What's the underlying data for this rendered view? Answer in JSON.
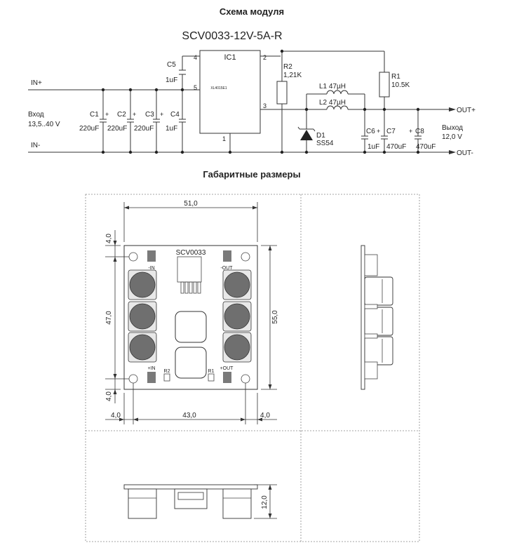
{
  "schematic": {
    "heading": "Схема модуля",
    "model": "SCV0033-12V-5A-R",
    "ic_label": "IC1",
    "ic_part": "XL4015E1",
    "pins": [
      "4",
      "5",
      "2",
      "3",
      "1"
    ],
    "input_plus": "IN+",
    "input_minus": "IN-",
    "input_caption": "Вход",
    "input_range": "13,5..40 V",
    "output_plus": "OUT+",
    "output_minus": "OUT-",
    "output_caption": "Выход",
    "output_voltage": "12,0 V",
    "c1": {
      "name": "C1",
      "value": "220uF"
    },
    "c2": {
      "name": "C2",
      "value": "220uF"
    },
    "c3": {
      "name": "C3",
      "value": "220uF"
    },
    "c4": {
      "name": "C4",
      "value": "1uF"
    },
    "c5": {
      "name": "C5",
      "value": "1uF"
    },
    "c6": {
      "name": "C6",
      "value": "1uF"
    },
    "c7": {
      "name": "C7",
      "value": "470uF"
    },
    "c8": {
      "name": "C8",
      "value": "470uF"
    },
    "r1": {
      "name": "R1",
      "value": "10.5K"
    },
    "r2": {
      "name": "R2",
      "value": "1,21K"
    },
    "l1": "L1 47µH",
    "l2": "L2 47µH",
    "d1": {
      "name": "D1",
      "value": "SS54"
    },
    "plus_sign": "+"
  },
  "dimensions": {
    "heading": "Габаритные размеры",
    "board_label": "SCV0033",
    "in_minus": "-IN",
    "out_minus": "-OUT",
    "in_plus": "+IN",
    "out_plus": "+OUT",
    "r2": "R2",
    "r1": "R1",
    "width": "51,0",
    "height": "55,0",
    "hole_span_v": "47,0",
    "hole_span_h": "43,0",
    "margin_top": "4,0",
    "margin_bottom": "4,0",
    "margin_left": "4,0",
    "margin_right": "4,0",
    "thickness": "12,0"
  }
}
